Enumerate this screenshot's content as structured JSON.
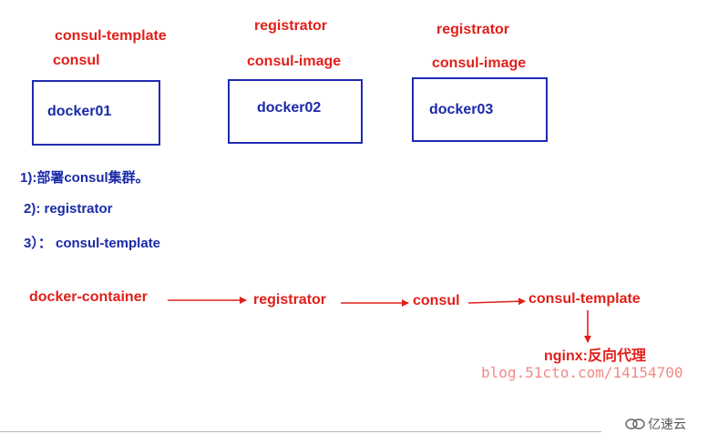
{
  "nodes": {
    "docker01": {
      "top_labels": [
        "consul-template",
        "consul"
      ],
      "box_label": "docker01"
    },
    "docker02": {
      "top_labels": [
        "registrator",
        "consul-image"
      ],
      "box_label": "docker02"
    },
    "docker03": {
      "top_labels": [
        "registrator",
        "consul-image"
      ],
      "box_label": "docker03"
    }
  },
  "steps": [
    "1):部署consul集群。",
    "2): registrator",
    "3）： consul-template"
  ],
  "flow": [
    "docker-container",
    "registrator",
    "consul",
    "consul-template"
  ],
  "flow_end": "nginx:反向代理",
  "watermark": "blog.51cto.com/14154700",
  "logo": {
    "icon": "yisu-cloud-logo-icon",
    "text": "亿速云"
  },
  "colors": {
    "red": "#e0201a",
    "blue": "#1a2aa8",
    "border": "#1e2bb0"
  }
}
